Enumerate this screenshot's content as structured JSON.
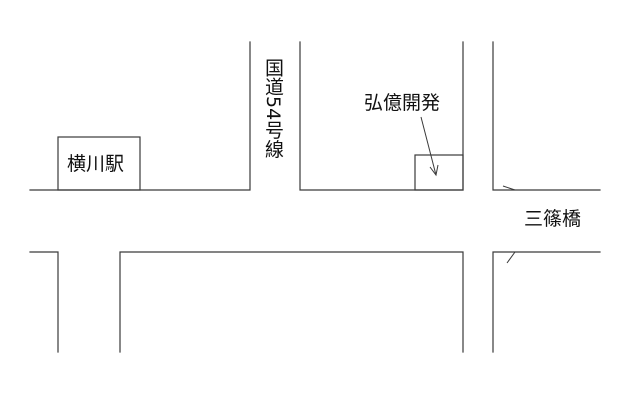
{
  "map": {
    "labels": {
      "station": "横川駅",
      "route": "国道54号線",
      "developer": "弘億開発",
      "bridge": "三篠橋"
    },
    "line_color": "#3a3a3a",
    "background_color": "#ffffff"
  }
}
